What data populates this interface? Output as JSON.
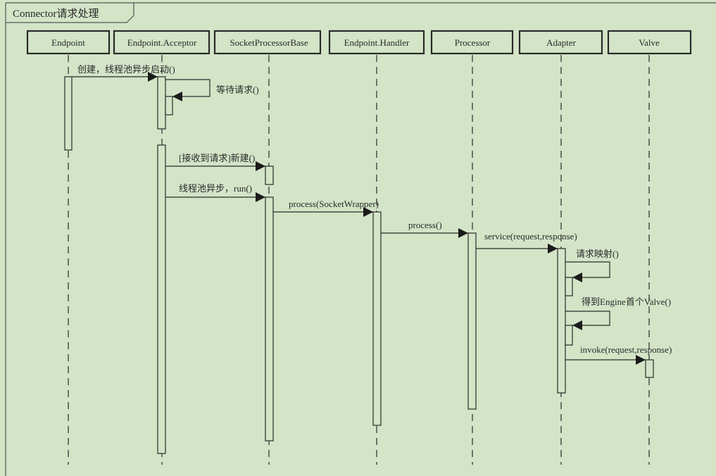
{
  "frame": {
    "title": "Connector请求处理"
  },
  "colors": {
    "background": "#d3e4c7",
    "line": "#333333"
  },
  "participants": [
    {
      "id": "endpoint",
      "name": "Endpoint"
    },
    {
      "id": "acceptor",
      "name": "Endpoint.Acceptor"
    },
    {
      "id": "socketprocessorbase",
      "name": "SocketProcessorBase"
    },
    {
      "id": "handler",
      "name": "Endpoint.Handler"
    },
    {
      "id": "processor",
      "name": "Processor"
    },
    {
      "id": "adapter",
      "name": "Adapter"
    },
    {
      "id": "valve",
      "name": "Valve"
    }
  ],
  "messages": [
    {
      "from": "endpoint",
      "to": "acceptor",
      "label": "创建，线程池异步启动()",
      "self": false
    },
    {
      "from": "acceptor",
      "to": "acceptor",
      "label": "等待请求()",
      "self": true
    },
    {
      "from": "acceptor",
      "to": "socketprocessorbase",
      "label": "[接收到请求]新建()",
      "self": false
    },
    {
      "from": "acceptor",
      "to": "socketprocessorbase",
      "label": "线程池异步，run()",
      "self": false
    },
    {
      "from": "socketprocessorbase",
      "to": "handler",
      "label": "process(SocketWrapper)",
      "self": false
    },
    {
      "from": "handler",
      "to": "processor",
      "label": "process()",
      "self": false
    },
    {
      "from": "processor",
      "to": "adapter",
      "label": "service(request,response)",
      "self": false
    },
    {
      "from": "adapter",
      "to": "adapter",
      "label": "请求映射()",
      "self": true
    },
    {
      "from": "adapter",
      "to": "adapter",
      "label": "得到Engine首个Valve()",
      "self": true
    },
    {
      "from": "adapter",
      "to": "valve",
      "label": "invoke(request,response)",
      "self": false
    }
  ]
}
